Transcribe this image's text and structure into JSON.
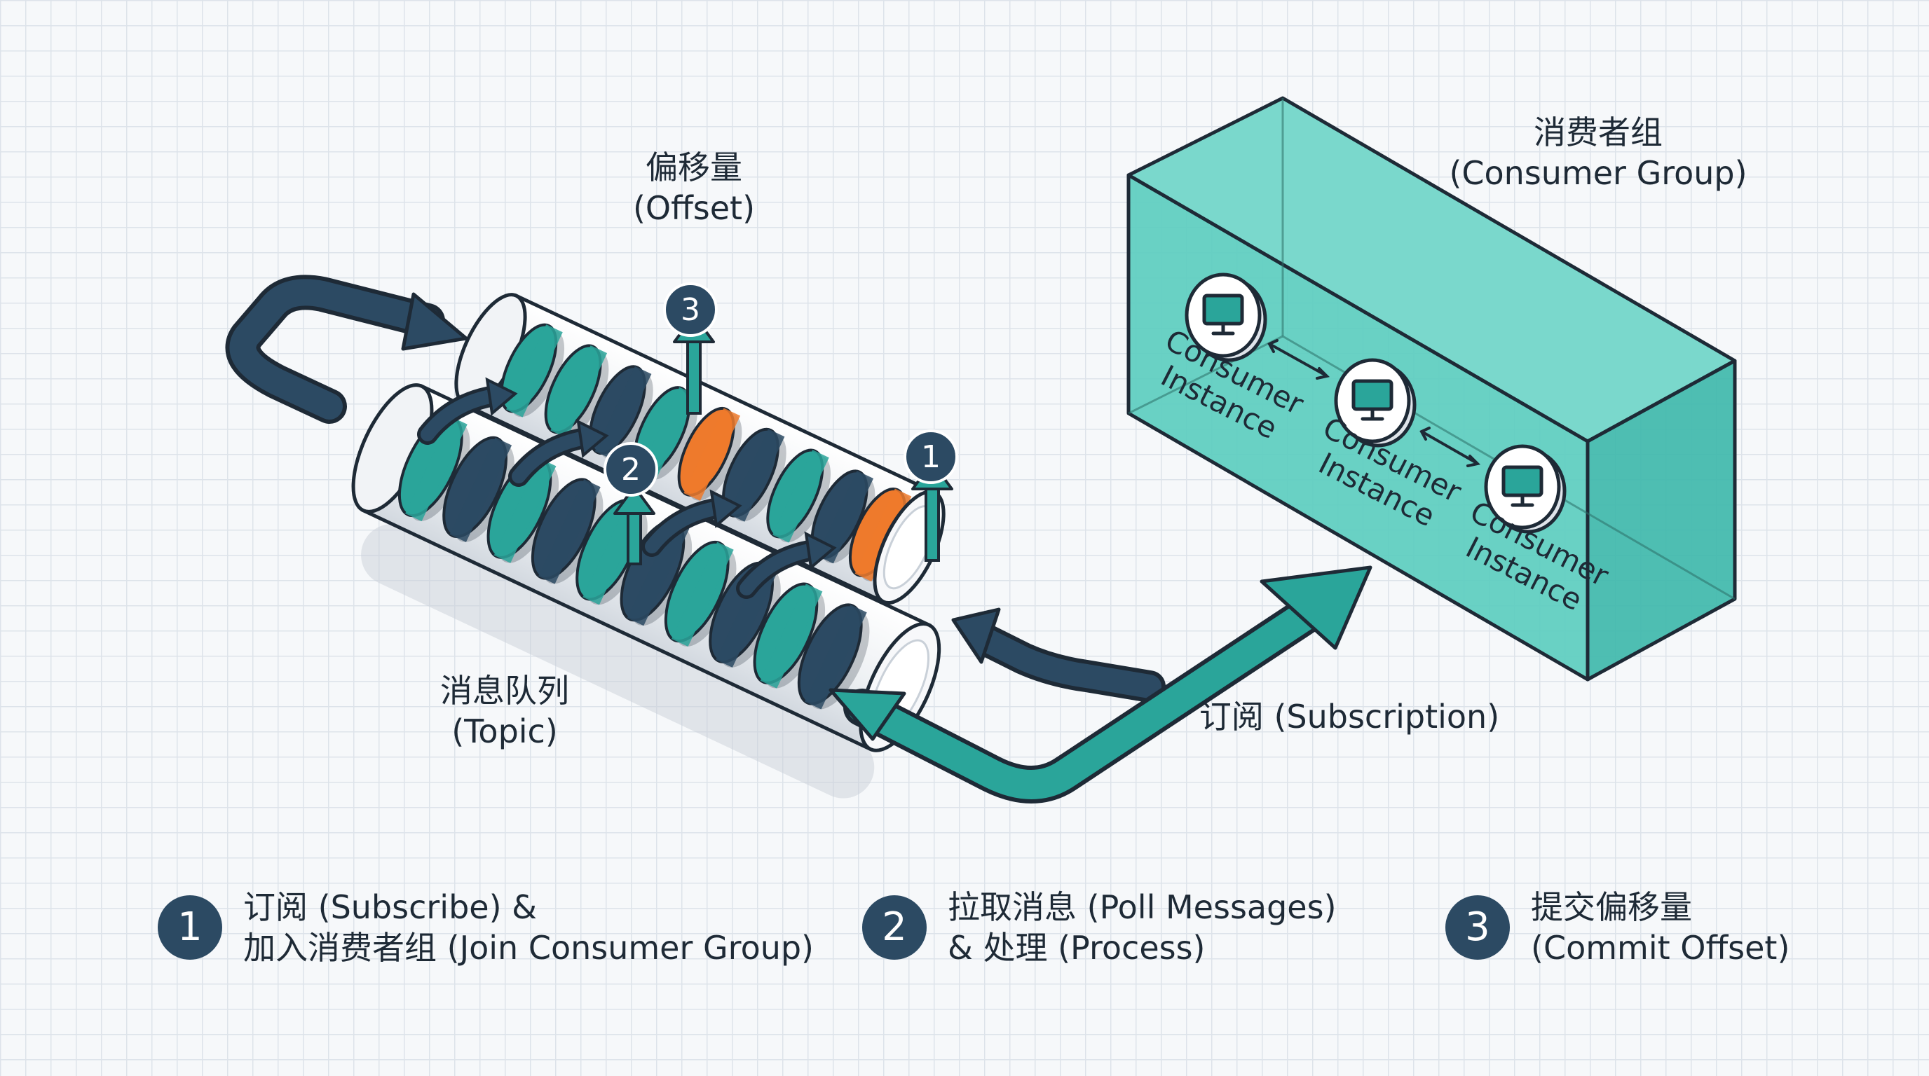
{
  "labels": {
    "offset": [
      "偏移量",
      "(Offset)"
    ],
    "consumer_group": [
      "消费者组",
      "(Consumer Group)"
    ],
    "topic": [
      "消息队列",
      "(Topic)"
    ],
    "subscription": "订阅 (Subscription)",
    "consumer_instance": [
      "Consumer",
      "Instance"
    ]
  },
  "markers": [
    "1",
    "2",
    "3"
  ],
  "legend": [
    {
      "num": "1",
      "lines": [
        "订阅 (Subscribe) &",
        "加入消费者组 (Join Consumer Group)"
      ]
    },
    {
      "num": "2",
      "lines": [
        "拉取消息 (Poll Messages)",
        "& 处理 (Process)"
      ]
    },
    {
      "num": "3",
      "lines": [
        "提交偏移量",
        "(Commit Offset)"
      ]
    }
  ],
  "colors": {
    "navy": "#2c4a63",
    "teal": "#2aa59a",
    "teal_light": "#5dcbbe",
    "orange": "#ee7a2c",
    "box_fill": "#5ccdbf"
  },
  "icons": {
    "instance_icon": "monitor-icon",
    "arrows": [
      "loop-arrow-icon",
      "subscription-arrow-icon",
      "arrow-up-icon"
    ]
  }
}
